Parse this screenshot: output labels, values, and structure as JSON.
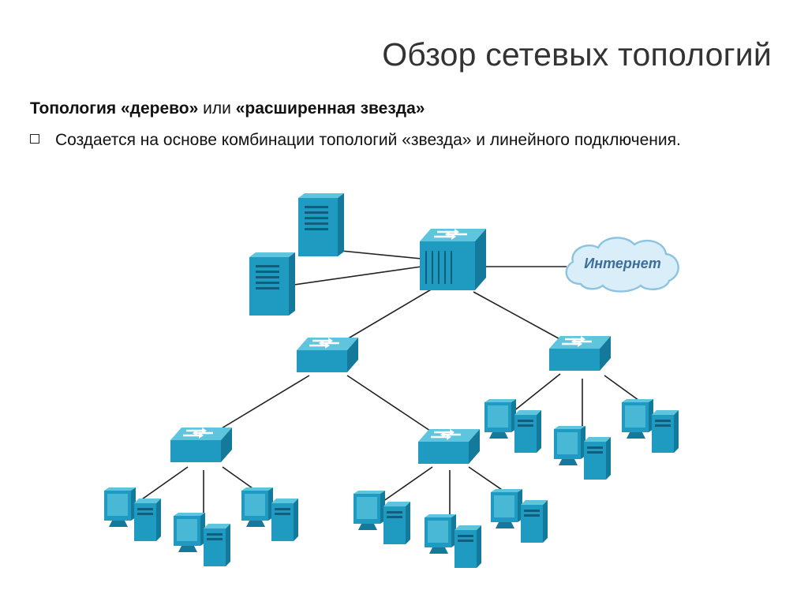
{
  "slide": {
    "title": "Обзор сетевых топологий",
    "heading_part1": "Топология «дерево»",
    "heading_or": " или ",
    "heading_part2": "«расширенная звезда»",
    "bullet": "Создается на основе комбинации топологий «звезда» и линейного подключения."
  },
  "diagram": {
    "cloud_label": "Интернет",
    "colors": {
      "device_top": "#5fc5de",
      "device_front": "#1f9ac0",
      "device_side": "#137a9c",
      "line": "#222222",
      "cloud_fill": "#d9eef8",
      "cloud_stroke": "#8cc3e0",
      "cloud_text": "#3b6f9a"
    },
    "icons": [
      "server-icon",
      "switch-icon",
      "pc-icon",
      "cloud-icon"
    ]
  }
}
